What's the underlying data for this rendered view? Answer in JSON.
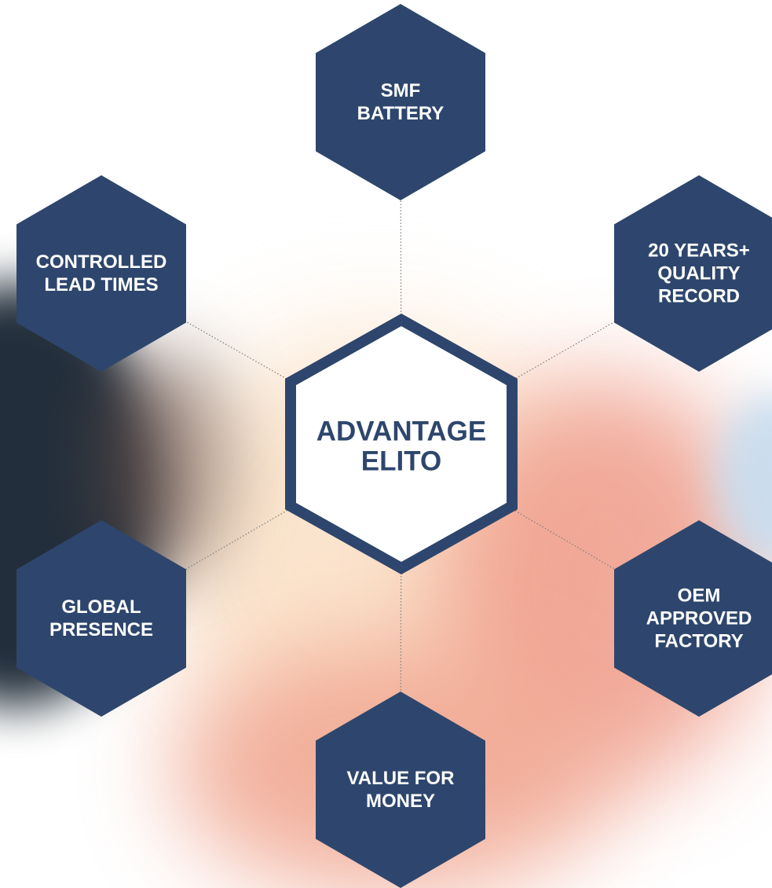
{
  "colors": {
    "hex_fill": "#2e466d",
    "center_border": "#2e466d",
    "center_fill": "#ffffff",
    "center_text": "#2e466d",
    "node_text": "#ffffff",
    "connector": "#7d7d7d"
  },
  "center": {
    "lines": [
      "ADVANTAGE",
      "ELITO"
    ]
  },
  "nodes": [
    {
      "id": "smf-battery",
      "lines": [
        "SMF",
        "BATTERY"
      ]
    },
    {
      "id": "controlled-lead-times",
      "lines": [
        "CONTROLLED",
        "LEAD TIMES"
      ]
    },
    {
      "id": "quality-record",
      "lines": [
        "20 YEARS+",
        "QUALITY",
        "RECORD"
      ]
    },
    {
      "id": "global-presence",
      "lines": [
        "GLOBAL",
        "PRESENCE"
      ]
    },
    {
      "id": "oem-approved-factory",
      "lines": [
        "OEM",
        "APPROVED",
        "FACTORY"
      ]
    },
    {
      "id": "value-for-money",
      "lines": [
        "VALUE FOR",
        "MONEY"
      ]
    }
  ]
}
